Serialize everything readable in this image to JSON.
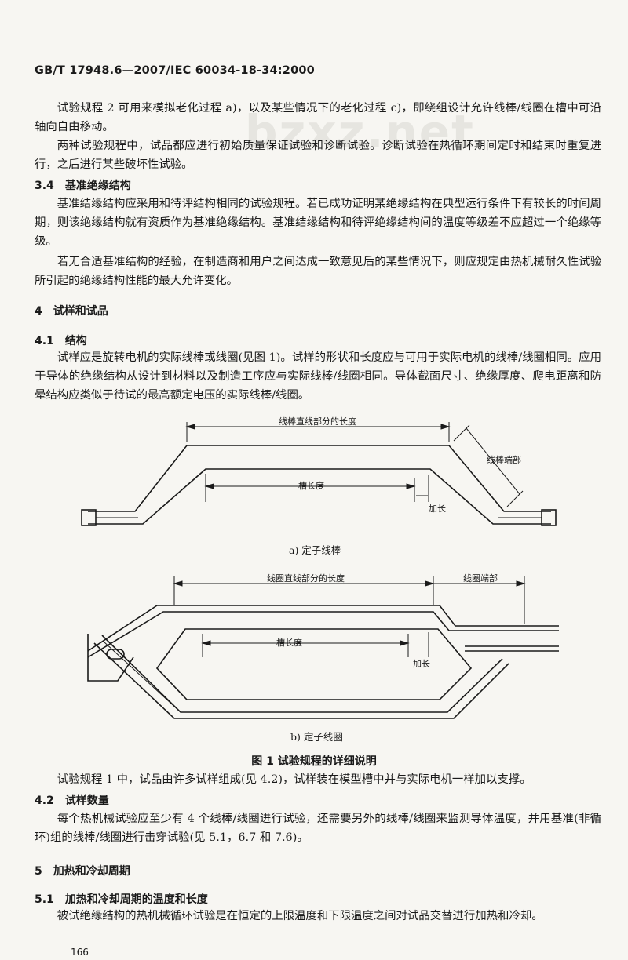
{
  "header": {
    "standard_no": "GB/T 17948.6—2007/IEC 60034-18-34:2000"
  },
  "watermark": "bzxz.net",
  "paragraphs": {
    "p1": "试验规程 2 可用来模拟老化过程 a)，以及某些情况下的老化过程 c)，即绕组设计允许线棒/线圈在槽中可沿轴向自由移动。",
    "p2": "两种试验规程中，试品都应进行初始质量保证试验和诊断试验。诊断试验在热循环期间定时和结束时重复进行，之后进行某些破坏性试验。",
    "p3": "基准结缘结构应采用和待评结构相同的试验规程。若已成功证明某绝缘结构在典型运行条件下有较长的时间周期，则该绝缘结构就有资质作为基准绝缘结构。基准结缘结构和待评绝缘结构间的温度等级差不应超过一个绝缘等级。",
    "p4": "若无合适基准结构的经验，在制造商和用户之间达成一致意见后的某些情况下，则应规定由热机械耐久性试验所引起的绝缘结构性能的最大允许变化。",
    "p5": "试样应是旋转电机的实际线棒或线圈(见图 1)。试样的形状和长度应与可用于实际电机的线棒/线圈相同。应用于导体的绝缘结构从设计到材料以及制造工序应与实际线棒/线圈相同。导体截面尺寸、绝缘厚度、爬电距离和防晕结构应类似于待试的最高额定电压的实际线棒/线圈。",
    "p6": "试验规程 1 中，试品由许多试样组成(见 4.2)，试样装在模型槽中并与实际电机一样加以支撑。",
    "p7": "每个热机械试验应至少有 4 个线棒/线圈进行试验，还需要另外的线棒/线圈来监测导体温度，并用基准(非循环)组的线棒/线圈进行击穿试验(见 5.1，6.7 和 7.6)。",
    "p8": "被试绝缘结构的热机械循环试验是在恒定的上限温度和下限温度之间对试品交替进行加热和冷却。"
  },
  "headings": {
    "h34": {
      "num": "3.4",
      "text": "基准绝缘结构"
    },
    "h4": {
      "num": "4",
      "text": "试样和试品"
    },
    "h41": {
      "num": "4.1",
      "text": "结构"
    },
    "h42": {
      "num": "4.2",
      "text": "试样数量"
    },
    "h5": {
      "num": "5",
      "text": "加热和冷却周期"
    },
    "h51": {
      "num": "5.1",
      "text": "加热和冷却周期的温度和长度"
    }
  },
  "figure": {
    "a": {
      "straight_length": "线棒直线部分的长度",
      "end_part": "线棒端部",
      "slot_length": "槽长度",
      "extension": "加长",
      "caption": "a)  定子线棒"
    },
    "b": {
      "straight_length": "线圈直线部分的长度",
      "end_part": "线圈端部",
      "slot_length": "槽长度",
      "extension": "加长",
      "caption": "b)  定子线圈"
    },
    "title": "图 1  试验规程的详细说明"
  },
  "footer": {
    "page_number": "166"
  }
}
